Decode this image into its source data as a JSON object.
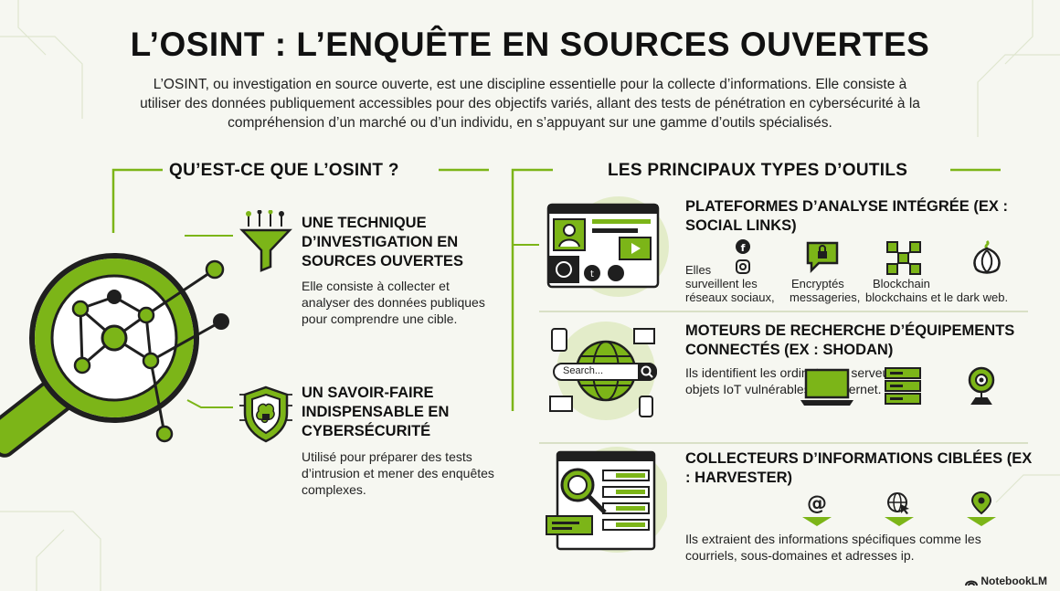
{
  "title": "L’OSINT : L’ENQUÊTE EN SOURCES OUVERTES",
  "intro": "L’OSINT, ou investigation en source ouverte, est une discipline essentielle pour la collecte d’informations. Elle consiste à utiliser des données publiquement accessibles pour des objectifs variés, allant des tests de pénétration en cybersécurité à la compréhension d’un marché ou d’un individu, en s’appuyant sur une gamme d’outils spécialisés.",
  "left": {
    "heading": "QU’EST-CE QUE L’OSINT ?",
    "items": [
      {
        "title": "UNE TECHNIQUE D’INVESTIGATION EN SOURCES OUVERTES",
        "text": "Elle consiste à collecter et analyser des données publiques pour comprendre une cible.",
        "icon": "funnel-icon"
      },
      {
        "title": "UN SAVOIR-FAIRE INDISPENSABLE EN CYBERSÉCURITÉ",
        "text": "Utilisé pour préparer des tests d’intrusion et mener des enquêtes complexes.",
        "icon": "shield-brain-icon"
      }
    ]
  },
  "right": {
    "heading": "LES PRINCIPAUX TYPES D’OUTILS",
    "tools": [
      {
        "title": "PLATEFORMES D’ANALYSE INTÉGRÉE (EX : SOCIAL LINKS)",
        "lead": "Elles surveillent les réseaux sociaux, messageries, blockchains et le dark web.",
        "labels": [
          "Elles",
          "surveillent les",
          "réseaux sociaux,",
          "Encryptés",
          "messageries,",
          "Blockchain",
          "blockchains et le dark web."
        ]
      },
      {
        "title": "MOTEURS DE RECHERCHE D’ÉQUIPEMENTS CONNECTÉS (EX : SHODAN)",
        "text": "Ils identifient les ordinateurs, serveurs et objets IoT vulnérables sur internet.",
        "search_placeholder": "Search..."
      },
      {
        "title": "COLLECTEURS D’INFORMATIONS CIBLÉES (EX : HARVESTER)",
        "text": "Ils extraient des informations spécifiques comme les courriels, sous-domaines et adresses ip."
      }
    ]
  },
  "brand": "NotebookLM",
  "colors": {
    "accent": "#7cb518",
    "dark": "#1f1f1f",
    "bg": "#f6f7f1"
  }
}
